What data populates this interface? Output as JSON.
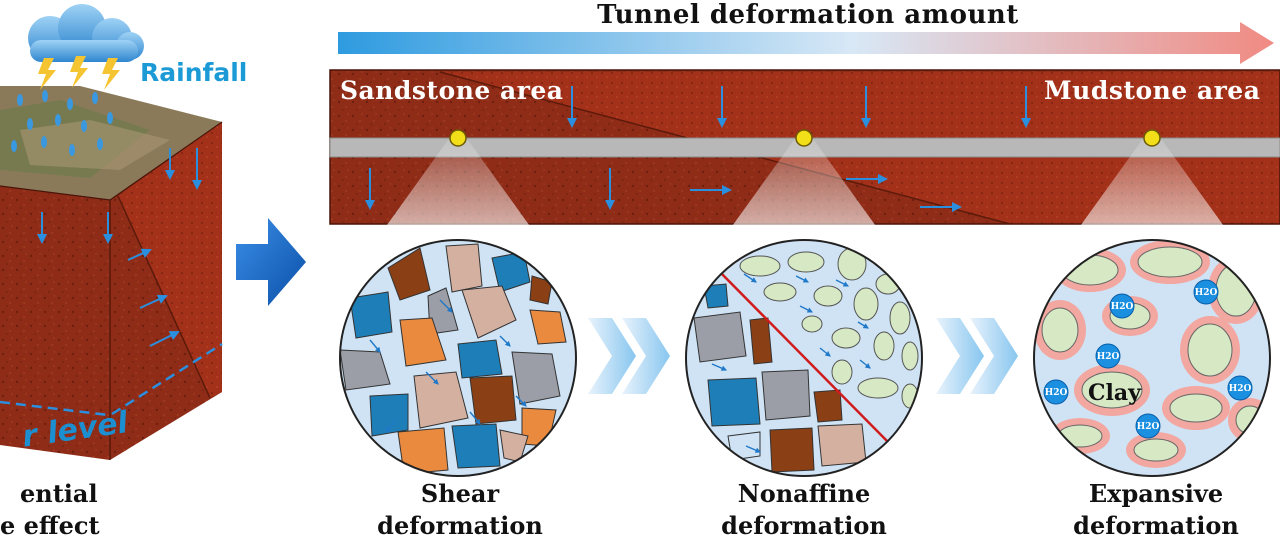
{
  "title": "Tunnel deformation amount",
  "rainfall": "Rainfall",
  "sandstone_area": "Sandstone area",
  "mudstone_area": "Mudstone area",
  "water_level_fragment": "r level",
  "left_caption": [
    "ential",
    "e effect"
  ],
  "panels": [
    {
      "line1": "Shear",
      "line2": "deformation"
    },
    {
      "line1": "Nonaffine",
      "line2": "deformation"
    },
    {
      "line1": "Expansive",
      "line2": "deformation"
    }
  ],
  "clay_label": "Clay",
  "water_molecule": "H2O",
  "colors": {
    "rock": "#8e2c18",
    "rock_dark": "#6e1f0e",
    "tunnel": "#b8b8b8",
    "circle_bg": "#cfe3f5",
    "grain_blue": "#1e7fb8",
    "grain_orange": "#e98a3f",
    "grain_gray": "#9c9ea7",
    "grain_pink": "#d4b0a1",
    "grain_brown": "#8a3f15",
    "clay_green": "#d7e8c4",
    "clay_pink": "#f2a7a0",
    "accent_blue": "#1573c8"
  }
}
